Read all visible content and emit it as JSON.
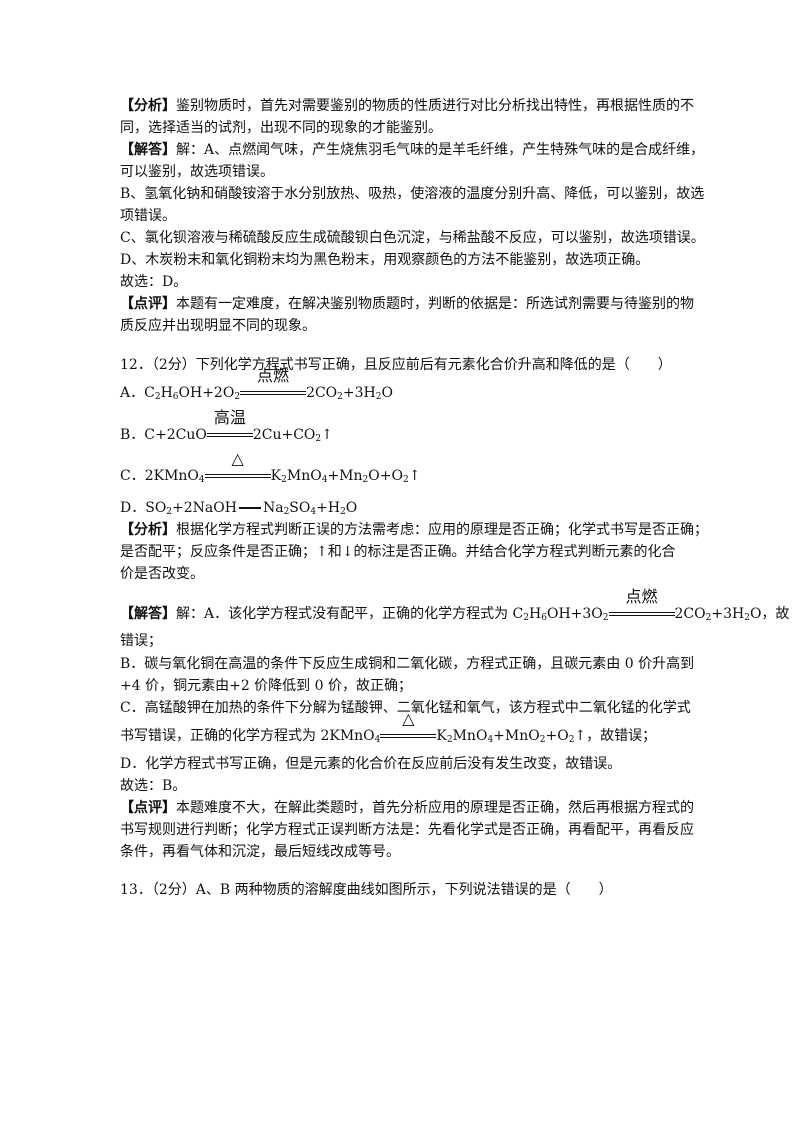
{
  "analysis11": {
    "label": "【分析】",
    "l1": "鉴别物质时，首先对需要鉴别的物质的性质进行对比分析找出特性，再根据性质的不",
    "l2": "同，选择适当的试剂，出现不同的现象的才能鉴别。"
  },
  "answer11": {
    "label": "【解答】",
    "l1": "解：A、点燃闻气味，产生烧焦羽毛气味的是羊毛纤维，产生特殊气味的是合成纤维，",
    "l2": "可以鉴别，故选项错误。",
    "l3": "B、氢氧化钠和硝酸铵溶于水分别放热、吸热，使溶液的温度分别升高、降低，可以鉴别，故选",
    "l4": "项错误。",
    "l5": "C、氯化钡溶液与稀硫酸反应生成硫酸钡白色沉淀，与稀盐酸不反应，可以鉴别，故选项错误。",
    "l6": "D、木炭粉末和氧化铜粉末均为黑色粉末，用观察颜色的方法不能鉴别，故选项正确。",
    "l7": "故选：D。"
  },
  "comment11": {
    "label": "【点评】",
    "l1": "本题有一定难度，在解决鉴别物质题时，判断的依据是：所选试剂需要与待鉴别的物",
    "l2": "质反应并出现明显不同的现象。"
  },
  "q12": {
    "stem": "12．（2分）下列化学方程式书写正确，且反应前后有元素化合价升高和降低的是（　　）",
    "optA": {
      "prefix": "A．C",
      "s1": "2",
      "m1": "H",
      "s2": "6",
      "m2": "OH+2O",
      "s3": "2",
      "cond": "点燃",
      "after": "2CO",
      "s4": "2",
      "tail": "+3H",
      "s5": "2",
      "end": "O"
    },
    "optB": {
      "left": "B．C+2CuO",
      "cond": "高温",
      "right": "2Cu+CO",
      "s1": "2",
      "arrow": "↑"
    },
    "optC": {
      "prefix": "C．2KMnO",
      "s1": "4",
      "cond": "△",
      "r1": "K",
      "s2": "2",
      "r2": "MnO",
      "s3": "4",
      "r3": "+Mn",
      "s4": "2",
      "r4": "O+O",
      "s5": "2",
      "arrow": "↑"
    },
    "optD": {
      "p1": "D．SO",
      "s1": "2",
      "p2": "+2NaOH",
      "p3": "Na",
      "s2": "2",
      "p4": "SO",
      "s3": "4",
      "p5": "+H",
      "s4": "2",
      "p6": "O"
    }
  },
  "analysis12": {
    "label": "【分析】",
    "l1": "根据化学方程式判断正误的方法需考虑：应用的原理是否正确；化学式书写是否正确；",
    "l2": "是否配平；反应条件是否正确；↑和↓的标注是否正确。并结合化学方程式判断元素的化合",
    "l3": "价是否改变。"
  },
  "answer12": {
    "label": "【解答】",
    "a1": "解：A．该化学方程式没有配平，正确的化学方程式为 C",
    "a1s1": "2",
    "a1m1": "H",
    "a1s2": "6",
    "a1m2": "OH+3O",
    "a1s3": "2",
    "a1cond": "点燃",
    "a1r1": "2CO",
    "a1s4": "2",
    "a1r2": "+3H",
    "a1s5": "2",
    "a1r3": "O，故",
    "a2": "错误；",
    "b1": "B．碳与氧化铜在高温的条件下反应生成铜和二氧化碳，方程式正确，且碳元素由 0 价升高到",
    "b2": "+4 价，铜元素由+2 价降低到 0 价，故正确；",
    "c1": "C．高锰酸钾在加热的条件下分解为锰酸钾、二氧化锰和氧气，该方程式中二氧化锰的化学式",
    "c2a": "书写错误，正确的化学方程式为 2KMnO",
    "c2s1": "4",
    "c2cond": "△",
    "c2r1": "K",
    "c2s2": "2",
    "c2r2": "MnO",
    "c2s3": "4",
    "c2r3": "+MnO",
    "c2s4": "2",
    "c2r4": "+O",
    "c2s5": "2",
    "c2r5": "↑，故错误；",
    "d1": "D．化学方程式书写正确，但是元素的化合价在反应前后没有发生改变，故错误。",
    "sel": "故选：B。"
  },
  "comment12": {
    "label": "【点评】",
    "l1": "本题难度不大，在解此类题时，首先分析应用的原理是否正确，然后再根据方程式的",
    "l2": "书写规则进行判断；化学方程式正误判断方法是：先看化学式是否正确，再看配平，再看反应",
    "l3": "条件，再看气体和沉淀，最后短线改成等号。"
  },
  "q13": {
    "stem": "13．（2分）A、B 两种物质的溶解度曲线如图所示，下列说法错误的是（　　）"
  }
}
